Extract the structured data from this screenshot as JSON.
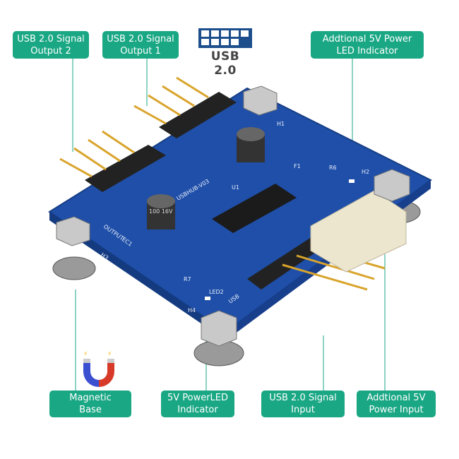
{
  "labels": {
    "output2": "USB 2.0 Signal\nOutput 2",
    "output1": "USB 2.0 Signal\nOutput 1",
    "led_indicator": "Addtional 5V Power\nLED Indicator",
    "magnetic_base": "Magnetic\nBase",
    "power_led": "5V PowerLED\nIndicator",
    "usb_input": "USB 2.0 Signal\nInput",
    "power_input": "Addtional 5V\nPower Input"
  },
  "logo": {
    "text": "USB 2.0"
  },
  "board": {
    "silkscreen": [
      "H1",
      "H2",
      "H3",
      "H4",
      "U1",
      "F1",
      "R6",
      "R7",
      "LED2",
      "EC1",
      "OUTPUT",
      "USB",
      "USBHUB-V03"
    ],
    "capacitor_text": "100 16V"
  },
  "colors": {
    "label_bg": "#1aa784",
    "board": "#1f4fa8",
    "logo": "#1d4e8c"
  }
}
